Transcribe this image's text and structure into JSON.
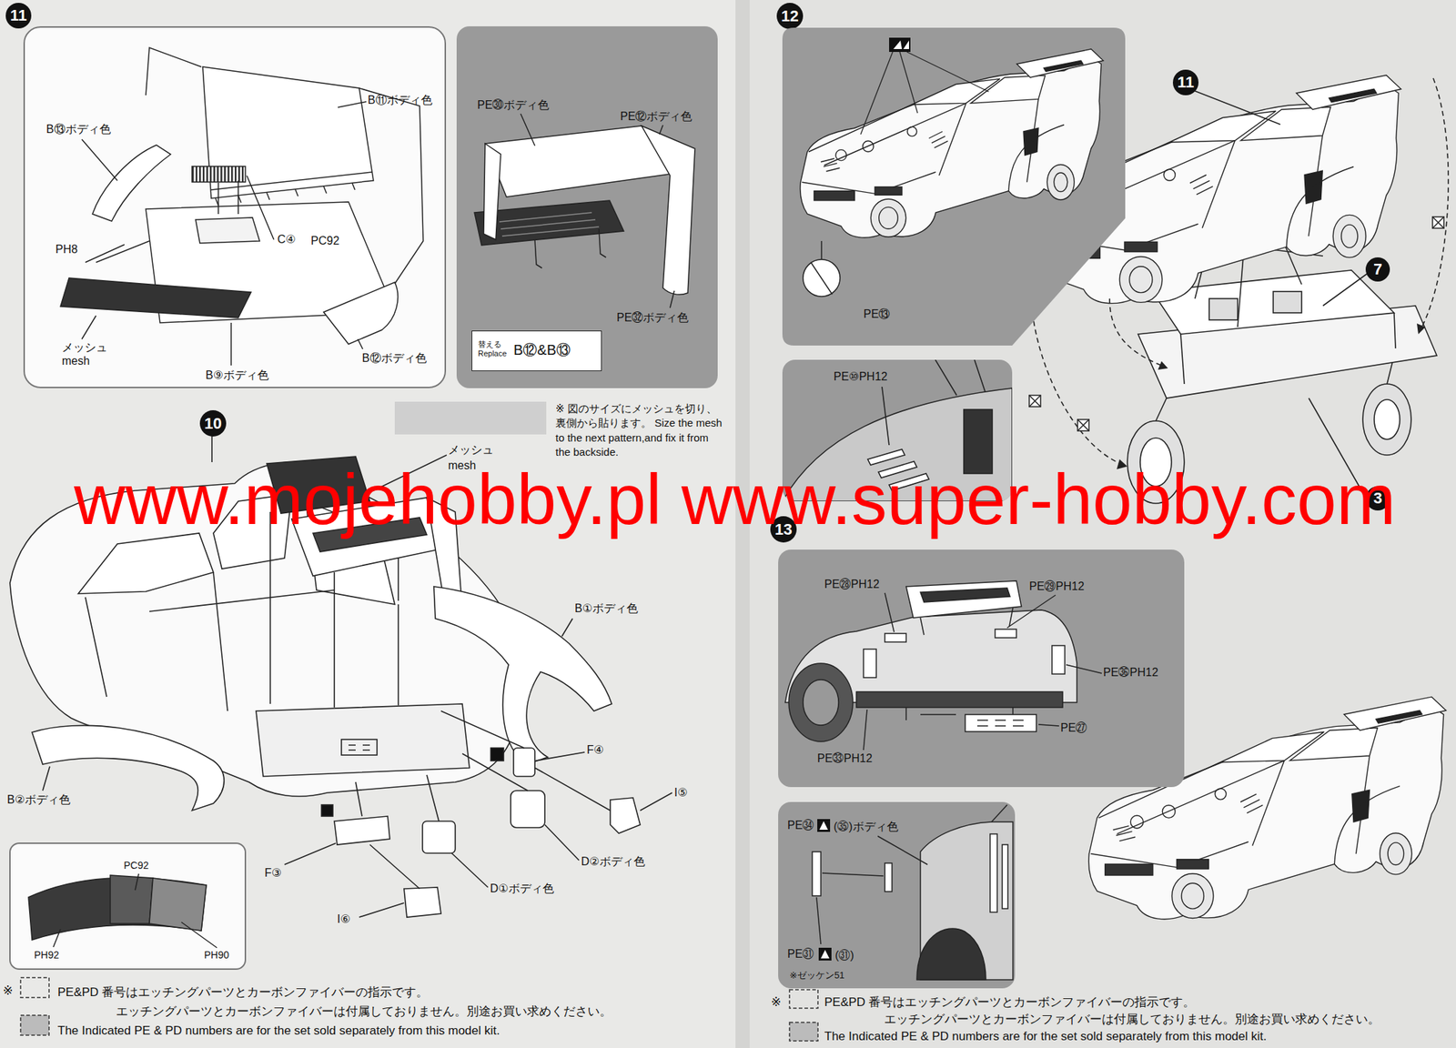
{
  "diagram": {
    "nodes": [
      {
        "text": [
          "11"
        ]
      },
      {
        "text": [
          "B⑪ボディ色",
          "B⑬ボディ色",
          "C④",
          "PC92",
          "PH8",
          "メッシュ mesh",
          "B⑨ボディ色",
          "B⑫ボディ色"
        ]
      },
      {
        "text": [
          "PE㉚ボディ色",
          "PE⑫ボディ色",
          "PE㉜ボディ色"
        ]
      },
      {
        "text": [
          "替える Replace",
          "B⑫&B⑬"
        ],
        "in": 2
      },
      {
        "text": [
          "10"
        ]
      },
      {
        "text": [
          "PC92",
          "PH92",
          "PH90"
        ]
      },
      {
        "text": [
          "12"
        ]
      },
      {
        "text": [
          "PE⑬"
        ]
      },
      {
        "text": [
          "PE⑩PH12"
        ]
      },
      {
        "text": [
          "11"
        ]
      },
      {
        "text": [
          "7"
        ]
      },
      {
        "text": [
          "3"
        ]
      },
      {
        "text": [
          "13"
        ]
      },
      {
        "text": [
          "PE㉘PH12",
          "PE㉙PH12",
          "PE㊱PH12",
          "PE㉗",
          "PE㉝PH12"
        ]
      },
      {
        "text": [
          "PE㉞",
          "(㉟)ボディ色",
          "PE㉛",
          "(㉛)",
          "※ゼッケン51"
        ]
      }
    ],
    "labels": [
      "メッシュ mesh",
      "※ 図のサイズにメッシュを切り、裏側から貼ります。 Size the mesh to the next pattern,and fix it from the backside.",
      "www.mojehobby.pl www.super-hobby.com",
      "B①ボディ色",
      "B②ボディ色",
      "F④",
      "I⑤",
      "F③",
      "D②ボディ色",
      "D①ボディ色",
      "I⑥",
      "※",
      "PE&PD 番号はエッチングパーツとカーボンファイバーの指示です。",
      "エッチングパーツとカーボンファイバーは付属しておりません。別途お買い求めください。",
      "The Indicated PE & PD numbers are for the set sold separately from this model kit.",
      "※",
      "PE&PD 番号はエッチングパーツとカーボンファイバーの指示です。",
      "エッチングパーツとカーボンファイバーは付属しておりません。別途お買い求めください。",
      "The Indicated PE & PD numbers are for the set sold separately from this model kit."
    ]
  }
}
